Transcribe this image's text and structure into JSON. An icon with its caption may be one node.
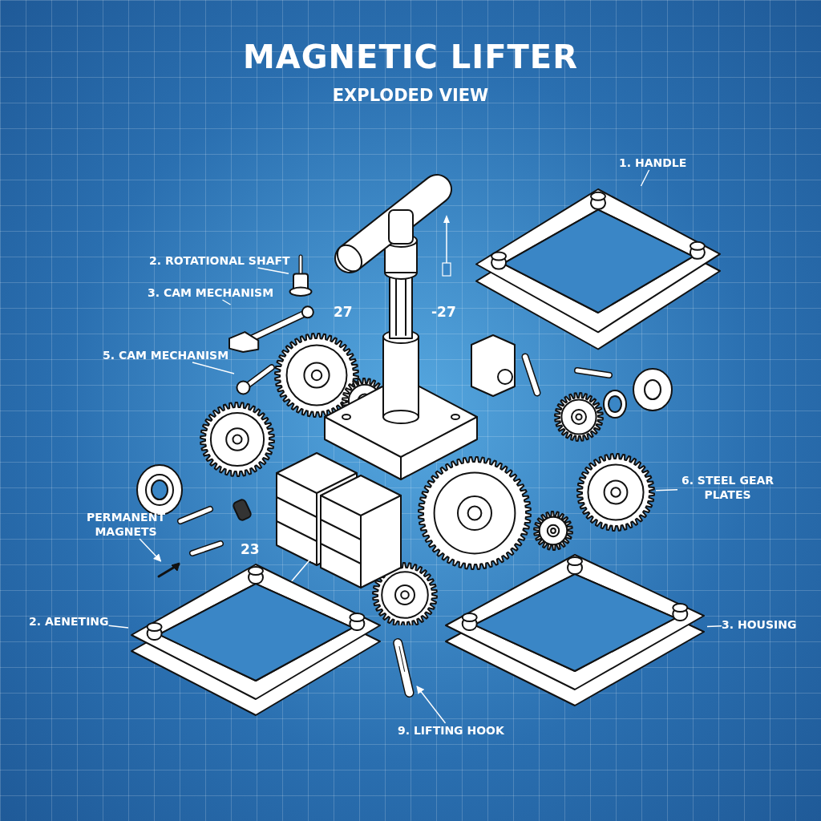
{
  "diagram": {
    "title": "MAGNETIC LIFTER",
    "nodes": [
      {
        "text": [
          "1. HANDLE"
        ]
      },
      {
        "text": [],
        "shape": "picture"
      },
      {
        "text": [
          "2. ROTATIONAL SHAFT"
        ]
      },
      {
        "text": [],
        "shape": "picture"
      },
      {
        "text": [
          "3. CAM MECHANISM"
        ]
      },
      {
        "text": [],
        "shape": "picture"
      },
      {
        "text": [
          "5. CAM MECHANISM"
        ]
      },
      {
        "text": [],
        "shape": "picture"
      },
      {
        "text": [
          "PERMANENT MAGNETS"
        ]
      },
      {
        "text": [],
        "shape": "picture"
      },
      {
        "text": [
          "2. AENETING"
        ]
      },
      {
        "text": [],
        "shape": "picture"
      },
      {
        "text": [
          "3. HOUSING"
        ]
      },
      {
        "text": [],
        "shape": "picture"
      },
      {
        "text": [
          "6. STEEL GEAR PLATES"
        ]
      },
      {
        "text": [],
        "shape": "picture"
      },
      {
        "text": [
          "9. LIFTING HOOK"
        ]
      },
      {
        "text": [],
        "shape": "picture"
      }
    ],
    "edges": [
      {
        "from": 0,
        "to": 1,
        "arrow": "none"
      },
      {
        "from": 2,
        "to": 3,
        "arrow": "none"
      },
      {
        "from": 4,
        "to": 5,
        "arrow": "none"
      },
      {
        "from": 6,
        "to": 7,
        "arrow": "none"
      },
      {
        "from": 8,
        "to": 9,
        "arrow": "to"
      },
      {
        "from": 10,
        "to": 11,
        "arrow": "none"
      },
      {
        "from": 12,
        "to": 13,
        "arrow": "none"
      },
      {
        "from": 14,
        "to": 15,
        "arrow": "none"
      },
      {
        "from": 16,
        "to": 17,
        "arrow": "to"
      }
    ],
    "labels": [
      "EXPLODED VIEW",
      "27",
      "-27",
      "23"
    ]
  }
}
